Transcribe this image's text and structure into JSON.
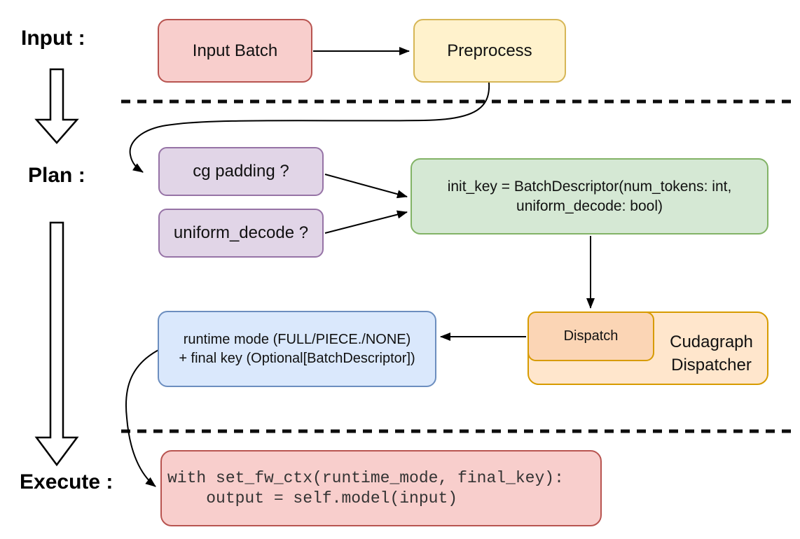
{
  "diagram": {
    "title_semantics": "cudagraph dispatch flow",
    "stages": {
      "input_label": "Input :",
      "plan_label": "Plan :",
      "execute_label": "Execute :"
    },
    "nodes": {
      "input_batch": {
        "label": "Input Batch",
        "fill": "#f8cecc",
        "border": "#b85450"
      },
      "preprocess": {
        "label": "Preprocess",
        "fill": "#fff2cc",
        "border": "#d6b656"
      },
      "cg_padding": {
        "label": "cg padding ?",
        "fill": "#e1d5e7",
        "border": "#9673a6"
      },
      "uniform_decode": {
        "label": "uniform_decode ?",
        "fill": "#e1d5e7",
        "border": "#9673a6"
      },
      "init_key": {
        "line1": "init_key = BatchDescriptor(num_tokens: int,",
        "line2": "uniform_decode: bool)",
        "fill": "#d5e8d4",
        "border": "#82b366"
      },
      "dispatch": {
        "label": "Dispatch",
        "fill": "#fbd5b5",
        "border": "#d79b00"
      },
      "cudagraph_dispatcher": {
        "line1": "Cudagraph",
        "line2": "Dispatcher",
        "fill": "#ffe6cc",
        "border": "#d79b00"
      },
      "runtime_mode": {
        "line1": "runtime mode (FULL/PIECE./NONE)",
        "line2": "+ final key (Optional[BatchDescriptor])",
        "fill": "#dae8fc",
        "border": "#6c8ebf"
      },
      "execute_code": {
        "line1": "with set_fw_ctx(runtime_mode, final_key):",
        "line2": "    output = self.model(input)",
        "fill": "#f8cecc",
        "border": "#b85450"
      }
    }
  }
}
